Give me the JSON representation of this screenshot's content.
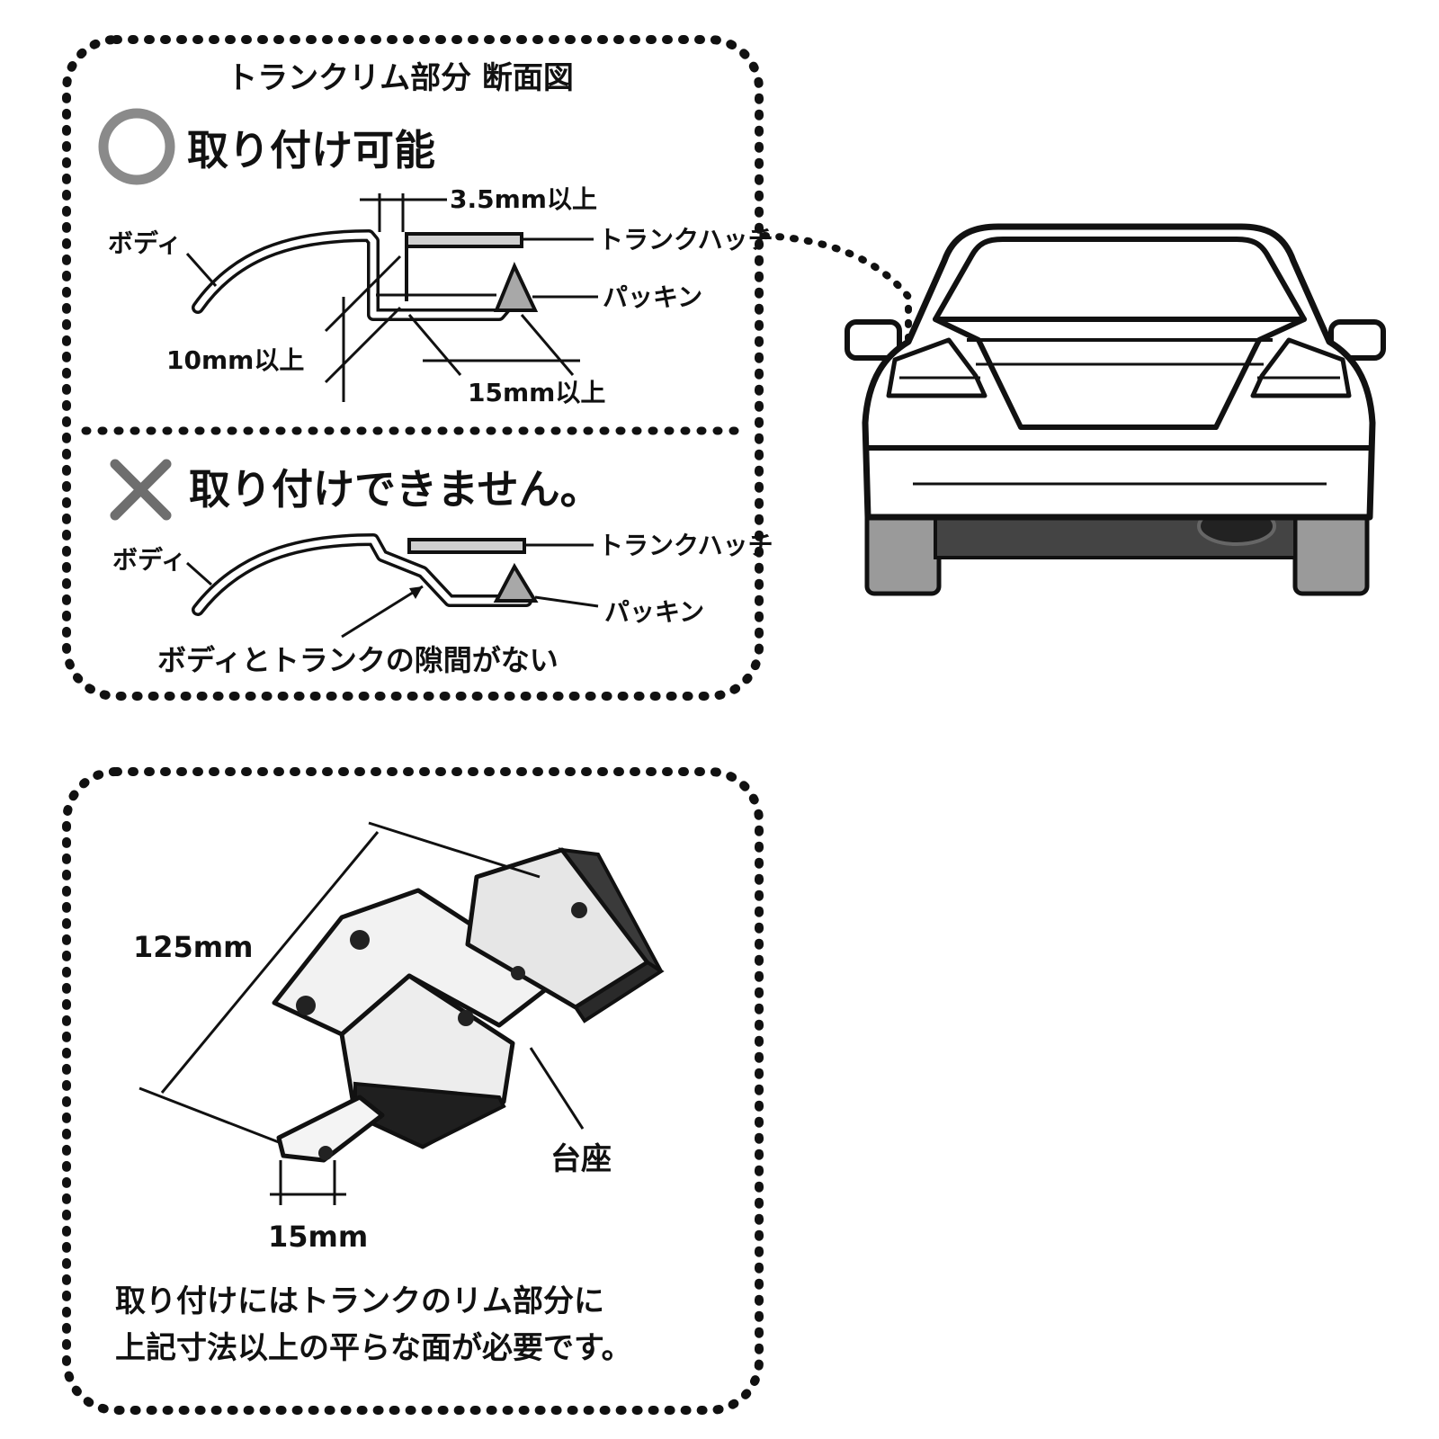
{
  "panel_top": {
    "title": "トランクリム部分 断面図",
    "ok": {
      "mark": "circle-ok-icon",
      "heading": "取り付け可能",
      "labels": {
        "body": "ボディ",
        "hatch": "トランクハッチ",
        "packing": "パッキン",
        "gap": "3.5mm以上",
        "depth": "10mm以上",
        "width": "15mm以上"
      }
    },
    "ng": {
      "mark": "cross-ng-icon",
      "heading": "取り付けできません。",
      "labels": {
        "body": "ボディ",
        "hatch": "トランクハッチ",
        "packing": "パッキン",
        "note": "ボディとトランクの隙間がない"
      }
    }
  },
  "panel_bottom": {
    "dim_length": "125mm",
    "dim_width": "15mm",
    "base_label": "台座",
    "note_line1": "取り付けにはトランクのリム部分に",
    "note_line2": "上記寸法以上の平らな面が必要です。"
  },
  "colors": {
    "ink": "#111111",
    "ok_circle": "#8a8a8a",
    "ng_cross": "#6e6e6e",
    "packing_fill": "#a8a8a8",
    "hatch_fill": "#cfcfcf"
  }
}
